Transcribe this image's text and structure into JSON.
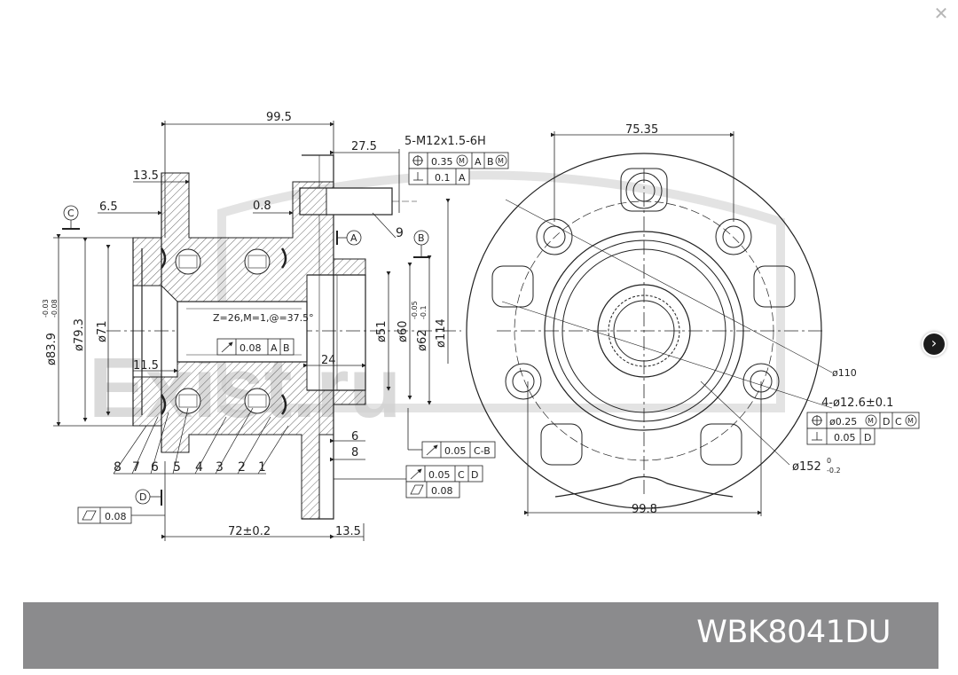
{
  "viewer": {
    "close_icon": "close-icon",
    "next_icon": "chevron-right-icon",
    "close_glyph": "✕",
    "next_glyph": "›"
  },
  "watermark": {
    "text": "Exist.ru"
  },
  "caption": {
    "part_number": "WBK8041DU"
  },
  "drawing": {
    "dims": {
      "d99_5": "99.5",
      "d27_5": "27.5",
      "thread": "5-M12x1.5-6H",
      "d13_5_top": "13.5",
      "d6_5": "6.5",
      "d0_8": "0.8",
      "d75_35": "75.35",
      "d83_9": "ø83.9",
      "d83_9_up": "-0.03",
      "d83_9_lo": "-0.08",
      "d79_3": "ø79.3",
      "d71": "ø71",
      "d51": "ø51",
      "d60": "ø60",
      "d62": "ø62",
      "d62_up": "-0.05",
      "d62_lo": "-0.1",
      "d114": "ø114",
      "spline": "Z=26,M=1,@=37.5°",
      "d11_5": "11.5",
      "d24": "24",
      "d6": "6",
      "d8": "8",
      "d72": "72±0.2",
      "d13_5_bot": "13.5",
      "d110": "ø110",
      "holes": "4-ø12.6±0.1",
      "d152": "ø152",
      "d152_up": "0",
      "d152_lo": "-0.2",
      "d99_8": "99.8"
    },
    "callouts": [
      "8",
      "7",
      "6",
      "5",
      "4",
      "3",
      "2",
      "1",
      "9"
    ],
    "datums": {
      "A": "A",
      "B": "B",
      "C": "C",
      "D": "D"
    },
    "fcf": {
      "pos_035": "0.35",
      "perp_01": "0.1",
      "runout_008": "0.08",
      "runout_005_cb": "0.05",
      "runout_005_cd": "0.05",
      "flat_008_left": "0.08",
      "flat_008_mid": "0.08",
      "pos_025": "ø0.25",
      "perp_005": "0.05",
      "ref_A": "A",
      "ref_B": "B",
      "ref_C": "C",
      "ref_D": "D",
      "ref_CB": "C-B",
      "mmc": "M"
    }
  }
}
